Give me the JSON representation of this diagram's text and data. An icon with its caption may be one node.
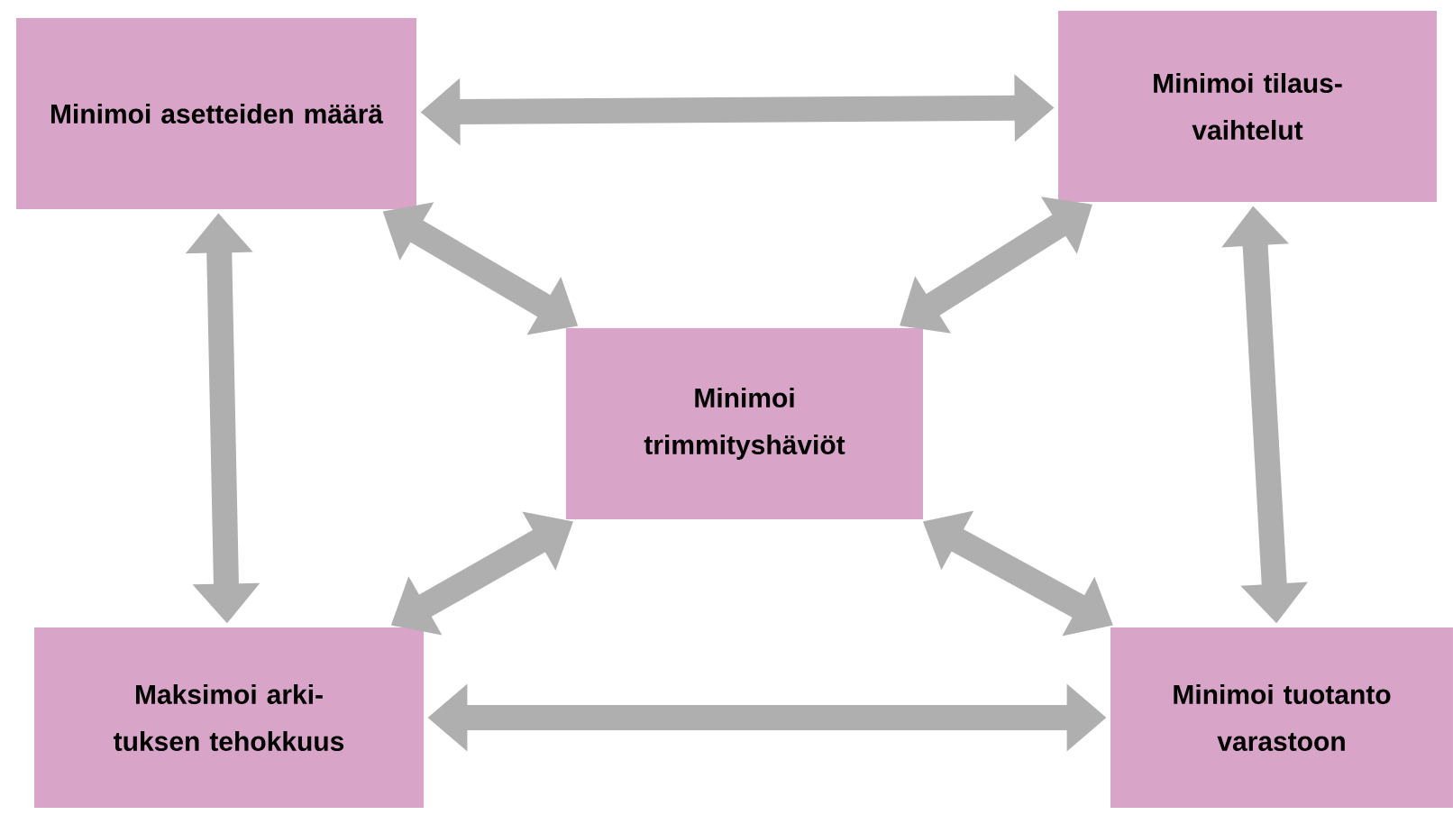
{
  "diagram": {
    "nodes": [
      {
        "text": [
          "Minimoi asetteiden määrä"
        ]
      },
      {
        "text": [
          "Minimoi tilaus- vaihtelut"
        ]
      },
      {
        "text": [
          "Minimoi trimmityshäviöt"
        ]
      },
      {
        "text": [
          "Maksimoi arki- tuksen tehokkuus"
        ]
      },
      {
        "text": [
          "Minimoi tuotanto varastoon"
        ]
      }
    ],
    "edges": [
      {
        "from": 0,
        "to": 1,
        "arrow": "both"
      },
      {
        "from": 0,
        "to": 3,
        "arrow": "both"
      },
      {
        "from": 1,
        "to": 4,
        "arrow": "both"
      },
      {
        "from": 3,
        "to": 4,
        "arrow": "both"
      },
      {
        "from": 0,
        "to": 2,
        "arrow": "both"
      },
      {
        "from": 1,
        "to": 2,
        "arrow": "both"
      },
      {
        "from": 2,
        "to": 3,
        "arrow": "both"
      },
      {
        "from": 2,
        "to": 4,
        "arrow": "both"
      }
    ]
  }
}
